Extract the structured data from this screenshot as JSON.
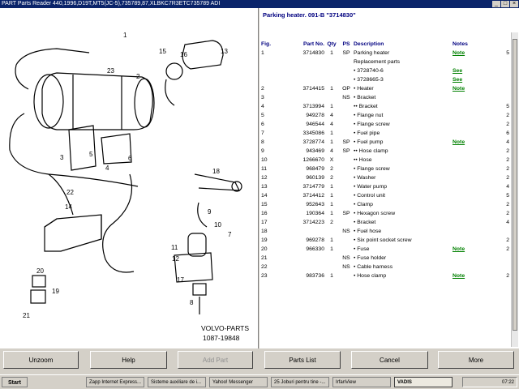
{
  "window": {
    "title": "PART Parts Reader 440,1996,D19T,MT5(JC-5),735789,87,XLBKC7R3ETC735789 ADI",
    "min": "_",
    "max": "□",
    "close": "×"
  },
  "diagram": {
    "callouts": [
      "1",
      "2",
      "3",
      "4",
      "5",
      "6",
      "7",
      "8",
      "9",
      "10",
      "11",
      "12",
      "13",
      "14",
      "15",
      "16",
      "17",
      "18",
      "19",
      "20",
      "21",
      "22",
      "23"
    ],
    "stamp_line1": "VOLVO-PARTS",
    "stamp_line2": "1087-19848"
  },
  "parts": {
    "title": "Parking heater. 091-B \"3714830\"",
    "columns": {
      "fig": "Fig.",
      "partno": "Part No.",
      "qty": "Qty",
      "ps": "PS",
      "desc": "Description",
      "notes": "Notes"
    },
    "rows": [
      {
        "fig": "1",
        "partno": "3714830",
        "qty": "1",
        "ps": "SP",
        "desc": "Parking heater",
        "note": "Note",
        "n": "5"
      },
      {
        "fig": "",
        "partno": "",
        "qty": "",
        "ps": "",
        "desc": "Replacement parts",
        "note": "",
        "n": ""
      },
      {
        "fig": "",
        "partno": "",
        "qty": "",
        "ps": "",
        "desc": "• 3728740-6",
        "note": "See",
        "n": ""
      },
      {
        "fig": "",
        "partno": "",
        "qty": "",
        "ps": "",
        "desc": "• 3728665-3",
        "note": "See",
        "n": ""
      },
      {
        "fig": "2",
        "partno": "3714415",
        "qty": "1",
        "ps": "OP",
        "desc": "• Heater",
        "note": "Note",
        "n": ""
      },
      {
        "fig": "3",
        "partno": "",
        "qty": "",
        "ps": "NS",
        "desc": "• Bracket",
        "note": "",
        "n": ""
      },
      {
        "fig": "4",
        "partno": "3713994",
        "qty": "1",
        "ps": "",
        "desc": "•• Bracket",
        "note": "",
        "n": "5"
      },
      {
        "fig": "5",
        "partno": "949278",
        "qty": "4",
        "ps": "",
        "desc": "• Flange nut",
        "note": "",
        "n": "2"
      },
      {
        "fig": "6",
        "partno": "946544",
        "qty": "4",
        "ps": "",
        "desc": "• Flange screw",
        "note": "",
        "n": "2"
      },
      {
        "fig": "7",
        "partno": "3345086",
        "qty": "1",
        "ps": "",
        "desc": "• Fuel pipe",
        "note": "",
        "n": "6"
      },
      {
        "fig": "8",
        "partno": "3728774",
        "qty": "1",
        "ps": "SP",
        "desc": "• Fuel pump",
        "note": "Note",
        "n": "4"
      },
      {
        "fig": "9",
        "partno": "943469",
        "qty": "4",
        "ps": "SP",
        "desc": "•• Hose clamp",
        "note": "",
        "n": "2"
      },
      {
        "fig": "10",
        "partno": "1266670",
        "qty": "X",
        "ps": "",
        "desc": "•• Hose",
        "note": "",
        "n": "2"
      },
      {
        "fig": "11",
        "partno": "968479",
        "qty": "2",
        "ps": "",
        "desc": "• Flange screw",
        "note": "",
        "n": "2"
      },
      {
        "fig": "12",
        "partno": "960139",
        "qty": "2",
        "ps": "",
        "desc": "• Washer",
        "note": "",
        "n": "2"
      },
      {
        "fig": "13",
        "partno": "3714779",
        "qty": "1",
        "ps": "",
        "desc": "• Water pump",
        "note": "",
        "n": "4"
      },
      {
        "fig": "14",
        "partno": "3714412",
        "qty": "1",
        "ps": "",
        "desc": "• Control unit",
        "note": "",
        "n": "5"
      },
      {
        "fig": "15",
        "partno": "952643",
        "qty": "1",
        "ps": "",
        "desc": "• Clamp",
        "note": "",
        "n": "2"
      },
      {
        "fig": "16",
        "partno": "190364",
        "qty": "1",
        "ps": "SP",
        "desc": "• Hexagon screw",
        "note": "",
        "n": "2"
      },
      {
        "fig": "17",
        "partno": "3714223",
        "qty": "2",
        "ps": "",
        "desc": "• Bracket",
        "note": "",
        "n": "4"
      },
      {
        "fig": "18",
        "partno": "",
        "qty": "",
        "ps": "NS",
        "desc": "• Fuel hose",
        "note": "",
        "n": ""
      },
      {
        "fig": "19",
        "partno": "969278",
        "qty": "1",
        "ps": "",
        "desc": "• Six point socket screw",
        "note": "",
        "n": "2"
      },
      {
        "fig": "20",
        "partno": "966330",
        "qty": "1",
        "ps": "",
        "desc": "• Fuse",
        "note": "Note",
        "n": "2"
      },
      {
        "fig": "21",
        "partno": "",
        "qty": "",
        "ps": "NS",
        "desc": "• Fuse holder",
        "note": "",
        "n": ""
      },
      {
        "fig": "22",
        "partno": "",
        "qty": "",
        "ps": "NS",
        "desc": "• Cable harness",
        "note": "",
        "n": ""
      },
      {
        "fig": "23",
        "partno": "983736",
        "qty": "1",
        "ps": "",
        "desc": "• Hose clamp",
        "note": "Note",
        "n": "2"
      }
    ]
  },
  "buttons": {
    "unzoom": "Unzoom",
    "help": "Help",
    "add_part": "Add Part",
    "parts_list": "Parts List",
    "cancel": "Cancel",
    "more": "More"
  },
  "taskbar": {
    "start": "Start",
    "items": [
      "Zapp Internet Express...",
      "Sisteme auxiliare de i...",
      "Yahoo! Messenger",
      "25 Joburi pentru tine -...",
      "IrfanView",
      "VADIS"
    ],
    "clock": "07:22"
  },
  "colors": {
    "title_blue": "#0a246a",
    "header_navy": "#000080",
    "note_green": "#008000"
  }
}
